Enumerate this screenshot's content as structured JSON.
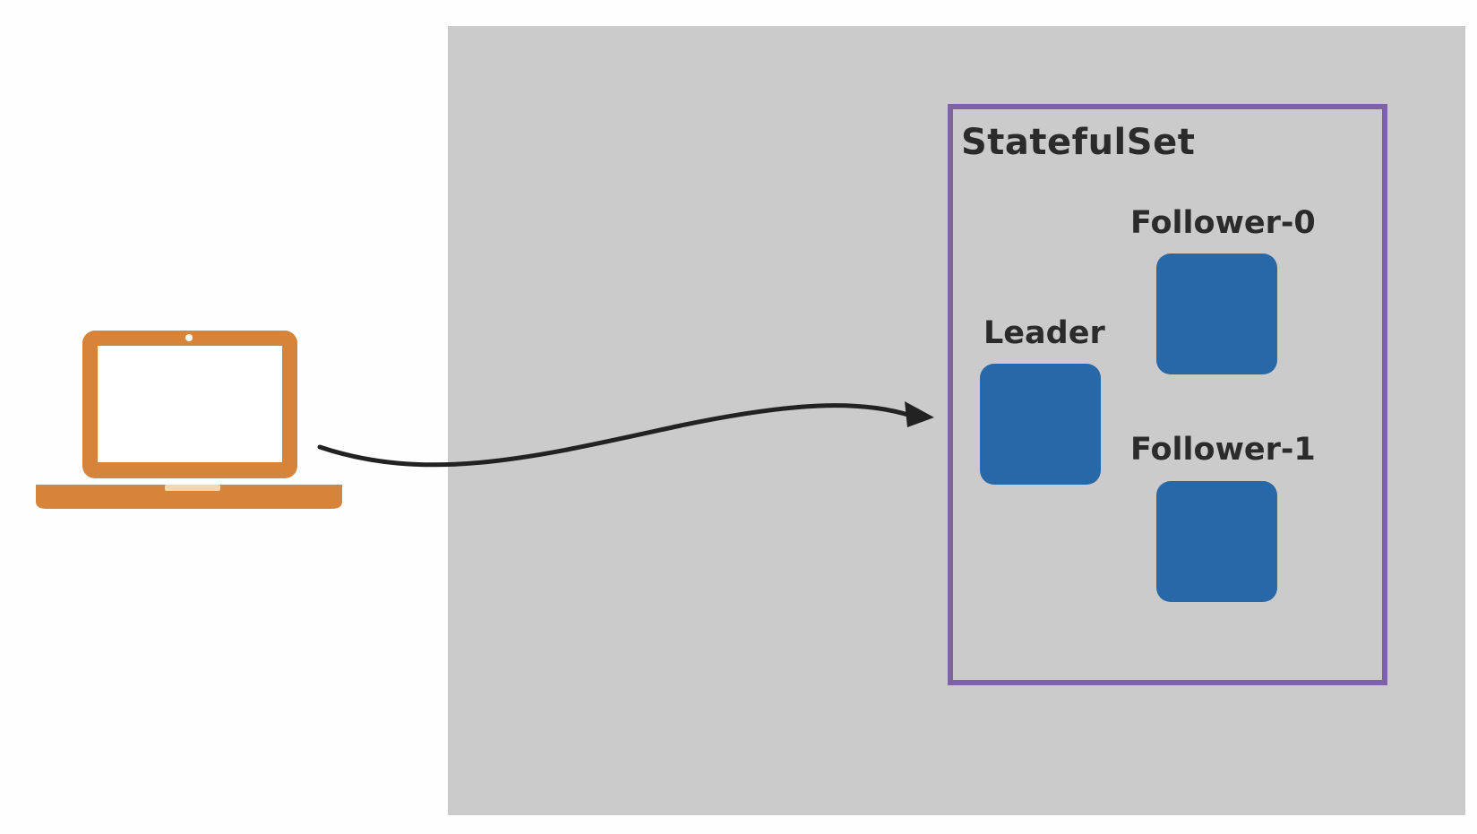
{
  "statefulset": {
    "title": "StatefulSet"
  },
  "pods": {
    "leader": "Leader",
    "follower0": "Follower-0",
    "follower1": "Follower-1"
  },
  "icons": {
    "client": "laptop-icon",
    "connection": "curved-arrow-icon"
  },
  "colors": {
    "laptop": "#d5843a",
    "cluster_background": "#cbcbcb",
    "statefulset_border": "#7f62a6",
    "pod": "#2868a7",
    "arrow": "#222222",
    "text": "#2b2b2b"
  }
}
